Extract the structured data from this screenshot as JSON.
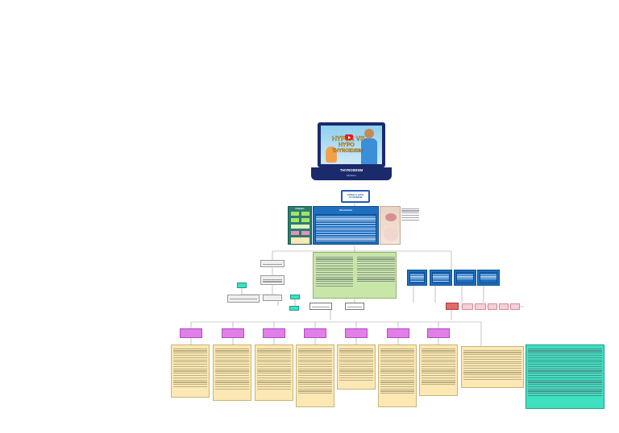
{
  "video": {
    "title_line1": "HYPER VS.",
    "title_line2": "HYPO",
    "title_line3": "THYROIDISM",
    "caption": "THYROIDISM",
    "sub": "Medicine"
  },
  "header_box": {
    "title": "HYPER vs HYPO THYROIDISM"
  },
  "index_panel": {
    "title": "Chapters"
  },
  "intro_panel": {
    "title": "Introduction"
  },
  "colors": {
    "pink": "#e27ee8",
    "yellow": "#fbe8b4",
    "blue": "#1f6fbf",
    "teal": "#3fe0c0",
    "green": "#c8e6a8",
    "red": "#e36a6a"
  },
  "icons": [
    "play-icon",
    "laptop-icon",
    "doctor-illustration-icon",
    "thyroid-image-icon"
  ]
}
